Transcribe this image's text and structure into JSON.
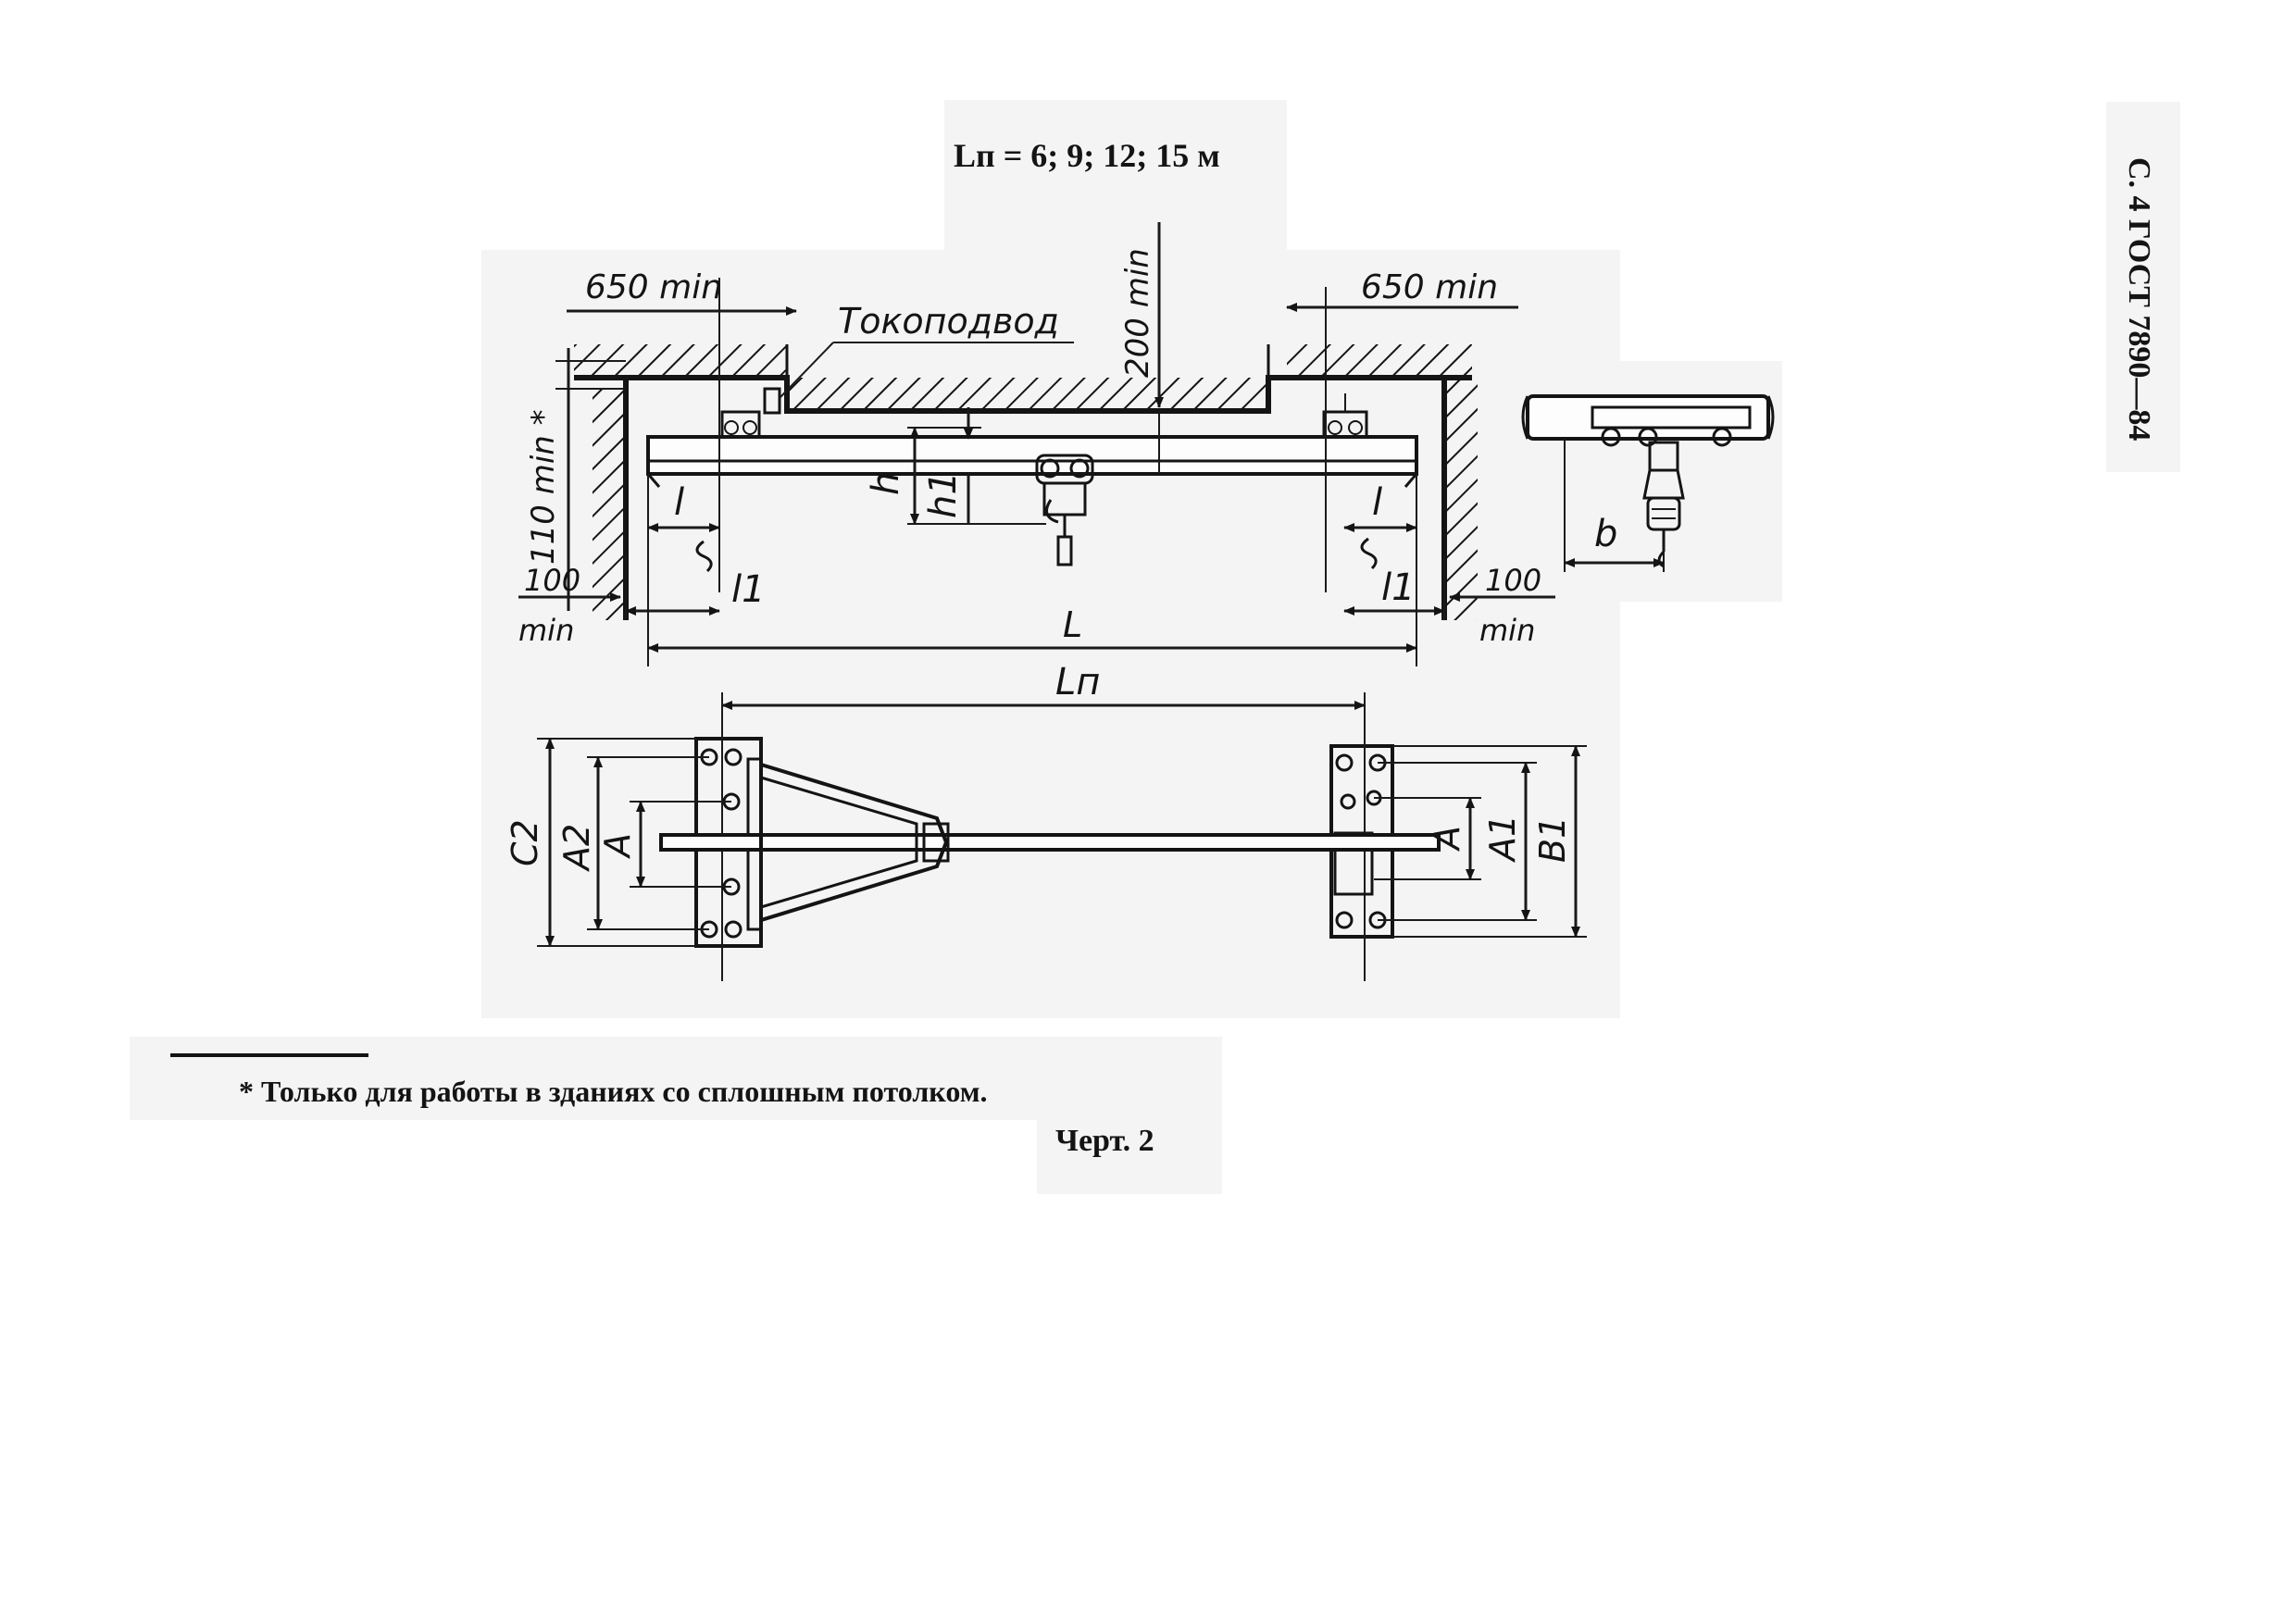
{
  "page": {
    "header_vertical": "С. 4 ГОСТ 7890—84",
    "title_Ln": "Lп = 6; 9; 12; 15 м",
    "footnote": "* Только для работы в зданиях со сплошным потолком.",
    "caption": "Черт. 2"
  },
  "elevation": {
    "dim_650_left": "650 min",
    "dim_650_right": "650 min",
    "dim_200": "200 min",
    "label_current_supply": "Токоподвод",
    "dim_110": "110 min *",
    "dim_100_left_top": "100",
    "dim_100_left_bottom": "min",
    "dim_100_right_top": "100",
    "dim_100_right_bottom": "min",
    "label_l_left": "l",
    "label_l_right": "l",
    "label_l1_left": "l1",
    "label_l1_right": "l1",
    "label_h": "h",
    "label_h1": "h1",
    "label_L": "L"
  },
  "plan": {
    "label_Ln": "Lп",
    "label_C2": "C2",
    "label_A2": "A2",
    "label_A_left": "A",
    "label_A_right": "A",
    "label_A1": "A1",
    "label_B1": "B1"
  },
  "side": {
    "label_b": "b"
  }
}
